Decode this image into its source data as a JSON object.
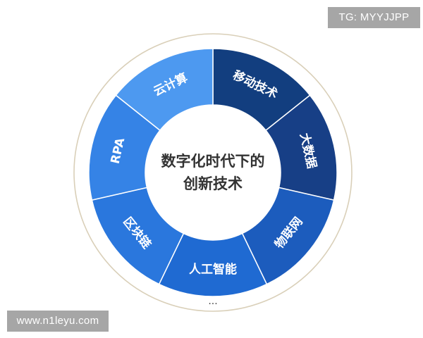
{
  "center": {
    "line1": "数字化时代下的",
    "line2": "创新技术"
  },
  "segments": [
    {
      "label": "移动技术",
      "color": "#123e7f"
    },
    {
      "label": "大数据",
      "color": "#173f86"
    },
    {
      "label": "物联网",
      "color": "#1c5cbd"
    },
    {
      "label": "人工智能",
      "color": "#1f6ad2"
    },
    {
      "label": "区块链",
      "color": "#2a77dd"
    },
    {
      "label": "RPA",
      "color": "#3583e6"
    },
    {
      "label": "云计算",
      "color": "#4d99f0"
    }
  ],
  "ellipsis": "...",
  "watermarks": {
    "top_right": "TG: MYYJJPP",
    "bottom_left": "www.n1leyu.com"
  },
  "colors": {
    "outer_ring": "#d9cfb8",
    "center_fill": "#ffffff",
    "center_text": "#333333"
  }
}
